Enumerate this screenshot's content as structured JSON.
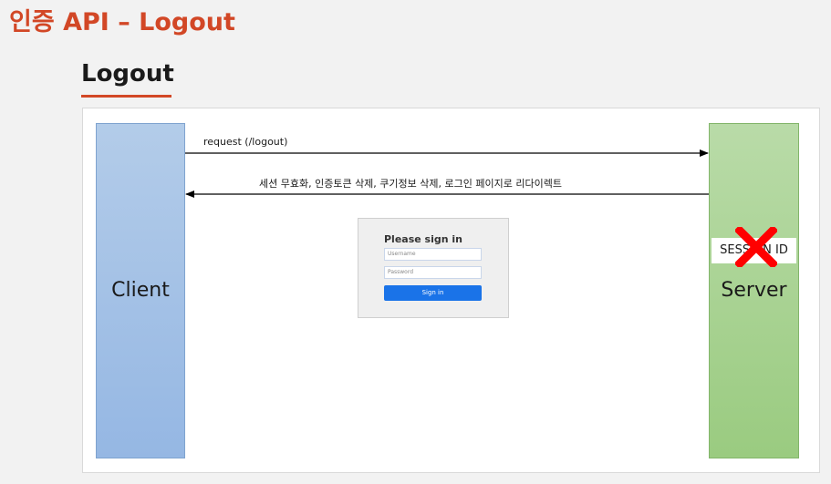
{
  "slide": {
    "title": "인증 API – Logout",
    "section_title": "Logout"
  },
  "diagram": {
    "client_label": "Client",
    "server_label": "Server",
    "request_label": "request (/logout)",
    "response_label": "세션 무효화,  인증토큰 삭제, 쿠기정보 삭제, 로그인 페이지로 리다이렉트",
    "session_label": "SESSION ID",
    "session_removed_icon": "red-x-icon"
  },
  "login_form": {
    "heading": "Please sign in",
    "username_placeholder": "Username",
    "password_placeholder": "Password",
    "signin_label": "Sign in"
  },
  "colors": {
    "accent": "#d24726",
    "client": "#a6c3e8",
    "server": "#a9d393",
    "cross": "#ff0000",
    "button": "#1a73e8"
  }
}
